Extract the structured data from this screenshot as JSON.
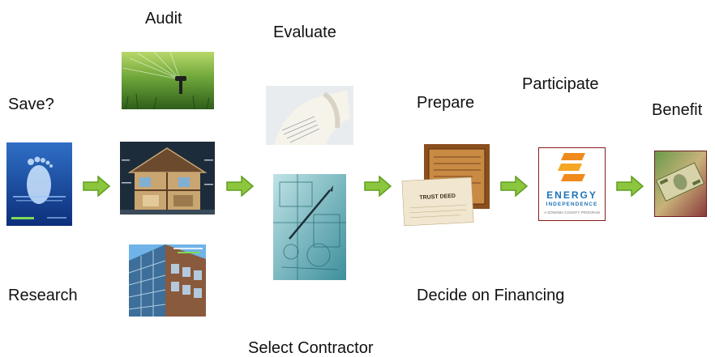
{
  "steps": {
    "save": "Save?",
    "research": "Research",
    "audit": "Audit",
    "evaluate": "Evaluate",
    "select_contractor": "Select Contractor",
    "prepare": "Prepare",
    "decide_financing": "Decide on Financing",
    "participate": "Participate",
    "benefit": "Benefit"
  },
  "images": {
    "prepare_doc_text": "TRUST DEED",
    "program_logo_title": "ENERGY",
    "program_logo_subtitle": "INDEPENDENCE",
    "program_logo_tagline": "A SONOMA COUNTY PROGRAM"
  },
  "colors": {
    "arrow": "#8cc63f",
    "arrow_dark": "#5f9e1f",
    "logo_orange": "#f08a1c",
    "logo_blue": "#1e73b8"
  }
}
